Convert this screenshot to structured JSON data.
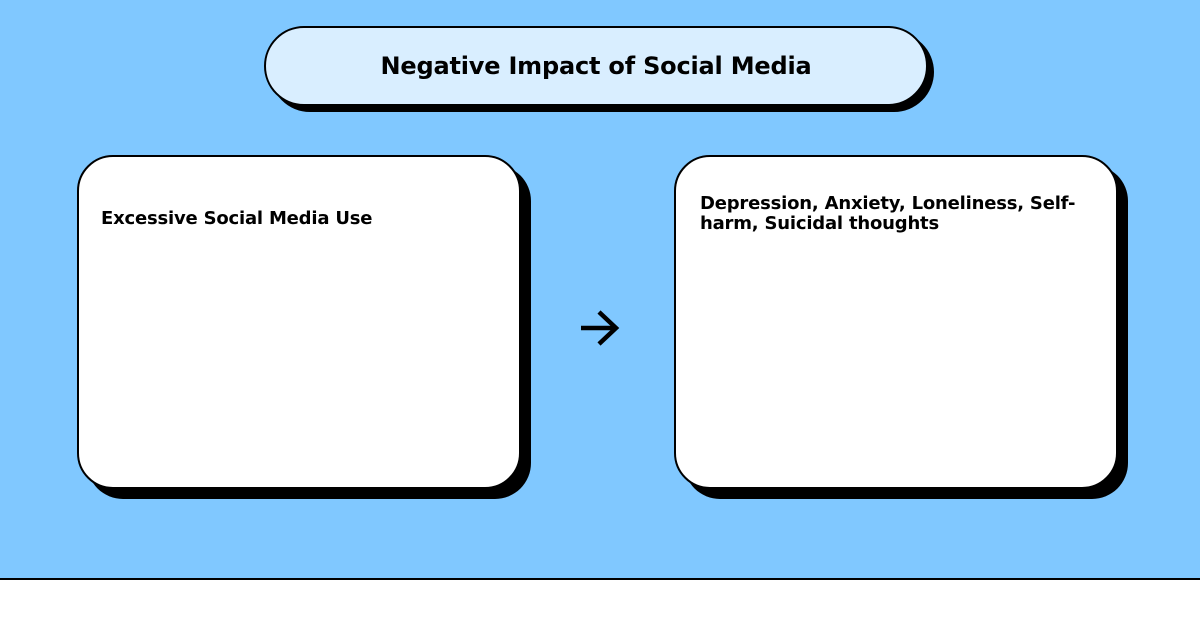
{
  "diagram": {
    "title": "Negative Impact of Social Media",
    "nodes": [
      {
        "id": "cause",
        "label": "Excessive Social Media Use"
      },
      {
        "id": "effect",
        "label": "Depression, Anxiety, Loneliness, Self-harm, Suicidal thoughts"
      }
    ],
    "edges": [
      {
        "from": "cause",
        "to": "effect",
        "icon": "arrow-right-icon"
      }
    ]
  },
  "colors": {
    "background": "#80c8ff",
    "title_fill": "#d9eeff",
    "card_fill": "#ffffff",
    "stroke": "#000000",
    "footer": "#ffffff"
  }
}
